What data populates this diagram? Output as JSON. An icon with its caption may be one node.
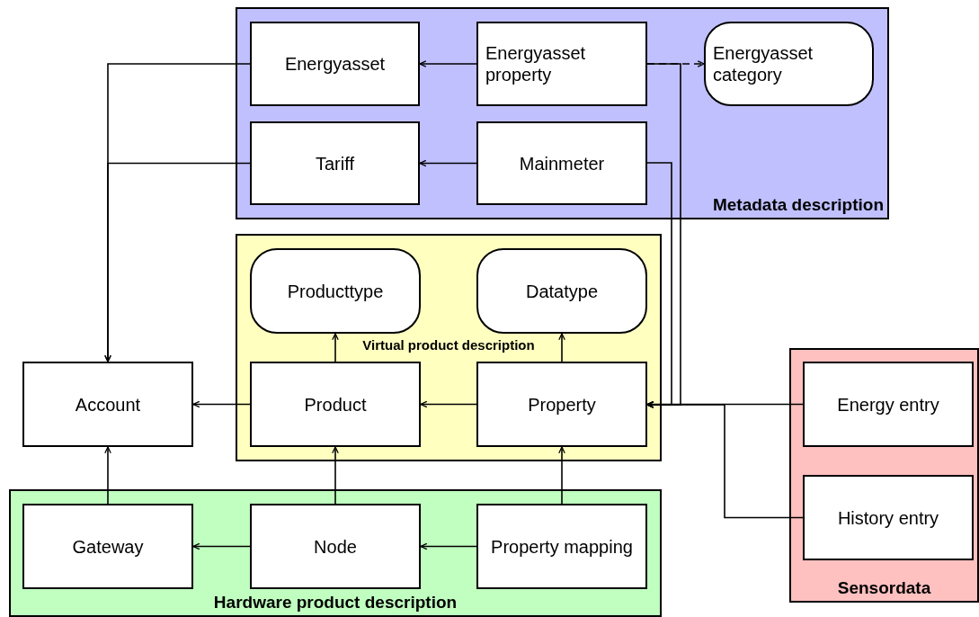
{
  "diagram": {
    "nodes": [
      {
        "text": [
          "Metadata description"
        ]
      },
      {
        "text": [
          "Energyasset"
        ],
        "in": 0
      },
      {
        "text": [
          "Energyasset property"
        ],
        "in": 0
      },
      {
        "text": [
          "Energyasset category"
        ],
        "in": 0
      },
      {
        "text": [
          "Tariff"
        ],
        "in": 0
      },
      {
        "text": [
          "Mainmeter"
        ],
        "in": 0
      },
      {
        "text": [
          "Virtual product description"
        ]
      },
      {
        "text": [
          "Producttype"
        ],
        "in": 6
      },
      {
        "text": [
          "Datatype"
        ],
        "in": 6
      },
      {
        "text": [
          "Product"
        ],
        "in": 6
      },
      {
        "text": [
          "Property"
        ],
        "in": 6
      },
      {
        "text": [
          "Account"
        ]
      },
      {
        "text": [
          "Sensordata"
        ]
      },
      {
        "text": [
          "Energy entry"
        ],
        "in": 12
      },
      {
        "text": [
          "History entry"
        ],
        "in": 12
      },
      {
        "text": [
          "Hardware product description"
        ]
      },
      {
        "text": [
          "Gateway"
        ],
        "in": 15
      },
      {
        "text": [
          "Node"
        ],
        "in": 15
      },
      {
        "text": [
          "Property mapping"
        ],
        "in": 15
      }
    ],
    "edges": [
      {
        "from": 2,
        "to": 1,
        "arrow": "to"
      },
      {
        "from": 2,
        "to": 3,
        "arrow": "to",
        "style": "dashed"
      },
      {
        "from": 2,
        "to": 10,
        "arrow": "to"
      },
      {
        "from": 5,
        "to": 4,
        "arrow": "to"
      },
      {
        "from": 5,
        "to": 10,
        "arrow": "to"
      },
      {
        "from": 1,
        "to": 11,
        "arrow": "to"
      },
      {
        "from": 4,
        "to": 11,
        "arrow": "to"
      },
      {
        "from": 9,
        "to": 11,
        "arrow": "to"
      },
      {
        "from": 10,
        "to": 9,
        "arrow": "to"
      },
      {
        "from": 9,
        "to": 7,
        "arrow": "to"
      },
      {
        "from": 10,
        "to": 8,
        "arrow": "to"
      },
      {
        "from": 13,
        "to": 10,
        "arrow": "to"
      },
      {
        "from": 14,
        "to": 10,
        "arrow": "to"
      },
      {
        "from": 16,
        "to": 11,
        "arrow": "to"
      },
      {
        "from": 17,
        "to": 9,
        "arrow": "to"
      },
      {
        "from": 17,
        "to": 16,
        "arrow": "to"
      },
      {
        "from": 18,
        "to": 17,
        "arrow": "to"
      },
      {
        "from": 18,
        "to": 10,
        "arrow": "to"
      }
    ]
  }
}
